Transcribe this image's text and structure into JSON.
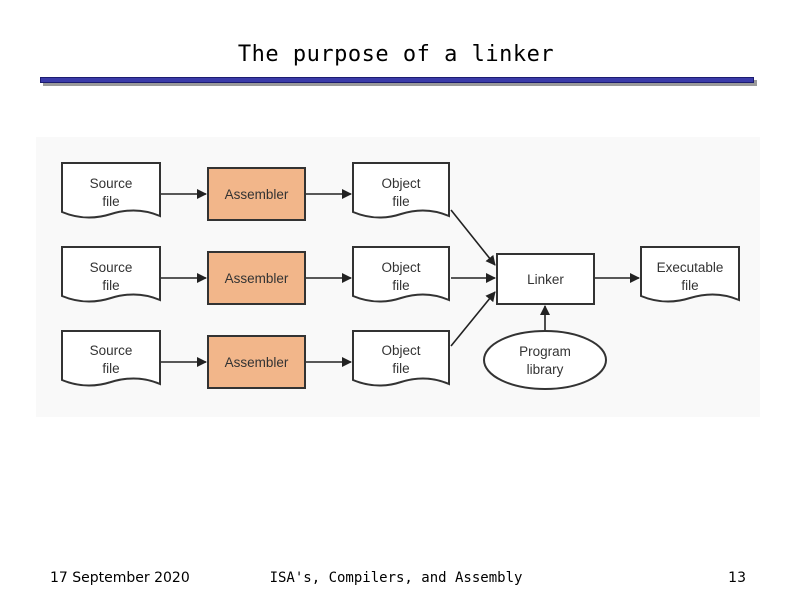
{
  "slide": {
    "title": "The purpose of a linker"
  },
  "diagram": {
    "source_line1": "Source",
    "source_line2": "file",
    "assembler": "Assembler",
    "object_line1": "Object",
    "object_line2": "file",
    "linker": "Linker",
    "executable_line1": "Executable",
    "executable_line2": "file",
    "library_line1": "Program",
    "library_line2": "library",
    "colors": {
      "assembler_fill": "#f2b68a",
      "box_border": "#333333",
      "rule": "#3a3aa8"
    }
  },
  "footer": {
    "date": "17 September 2020",
    "course": "ISA's, Compilers, and Assembly",
    "page": "13"
  }
}
